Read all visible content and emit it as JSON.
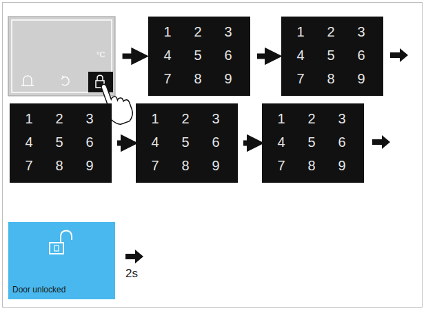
{
  "diagram": {
    "nodes": [
      {
        "text": [
          "°C"
        ]
      },
      {
        "text": [
          "1",
          "2",
          "3",
          "4",
          "5",
          "6",
          "7",
          "8",
          "9"
        ]
      },
      {
        "text": [
          "1",
          "2",
          "3",
          "4",
          "5",
          "6",
          "7",
          "8",
          "9"
        ]
      },
      {
        "text": [
          "1",
          "2",
          "3",
          "4",
          "5",
          "6",
          "7",
          "8",
          "9"
        ]
      },
      {
        "text": [
          "1",
          "2",
          "3",
          "4",
          "5",
          "6",
          "7",
          "8",
          "9"
        ]
      },
      {
        "text": [
          "1",
          "2",
          "3",
          "4",
          "5",
          "6",
          "7",
          "8",
          "9"
        ]
      },
      {
        "text": [
          "Door unlocked"
        ]
      }
    ],
    "edges": [
      {
        "from": 0,
        "to": 1,
        "arrow": "to"
      },
      {
        "from": 1,
        "to": 2,
        "arrow": "to"
      },
      {
        "from": 3,
        "to": 4,
        "arrow": "to"
      },
      {
        "from": 4,
        "to": 5,
        "arrow": "to"
      }
    ],
    "labels": [
      "2s"
    ]
  }
}
